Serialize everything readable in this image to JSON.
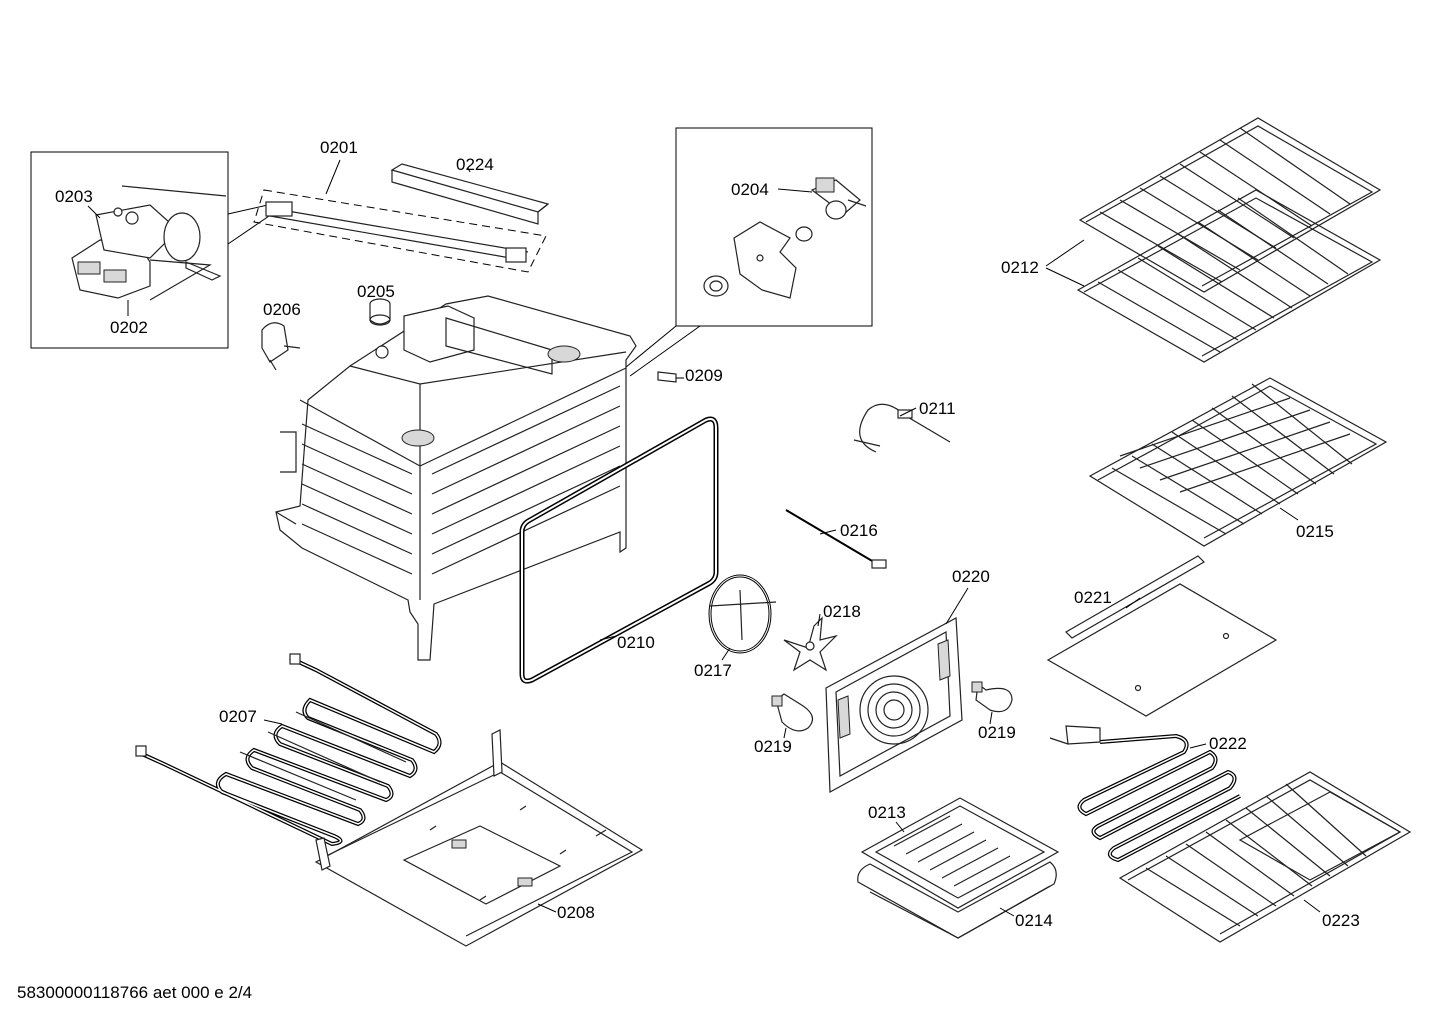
{
  "labels": {
    "l0201": "0201",
    "l0202": "0202",
    "l0203": "0203",
    "l0204": "0204",
    "l0205": "0205",
    "l0206": "0206",
    "l0207": "0207",
    "l0208": "0208",
    "l0209": "0209",
    "l0210": "0210",
    "l0211": "0211",
    "l0212": "0212",
    "l0213": "0213",
    "l0214": "0214",
    "l0215": "0215",
    "l0216": "0216",
    "l0217": "0217",
    "l0218": "0218",
    "l0219a": "0219",
    "l0219b": "0219",
    "l0220": "0220",
    "l0221": "0221",
    "l0222": "0222",
    "l0223": "0223",
    "l0224": "0224"
  },
  "footer": "58300000118766 aet 000 e 2/4"
}
